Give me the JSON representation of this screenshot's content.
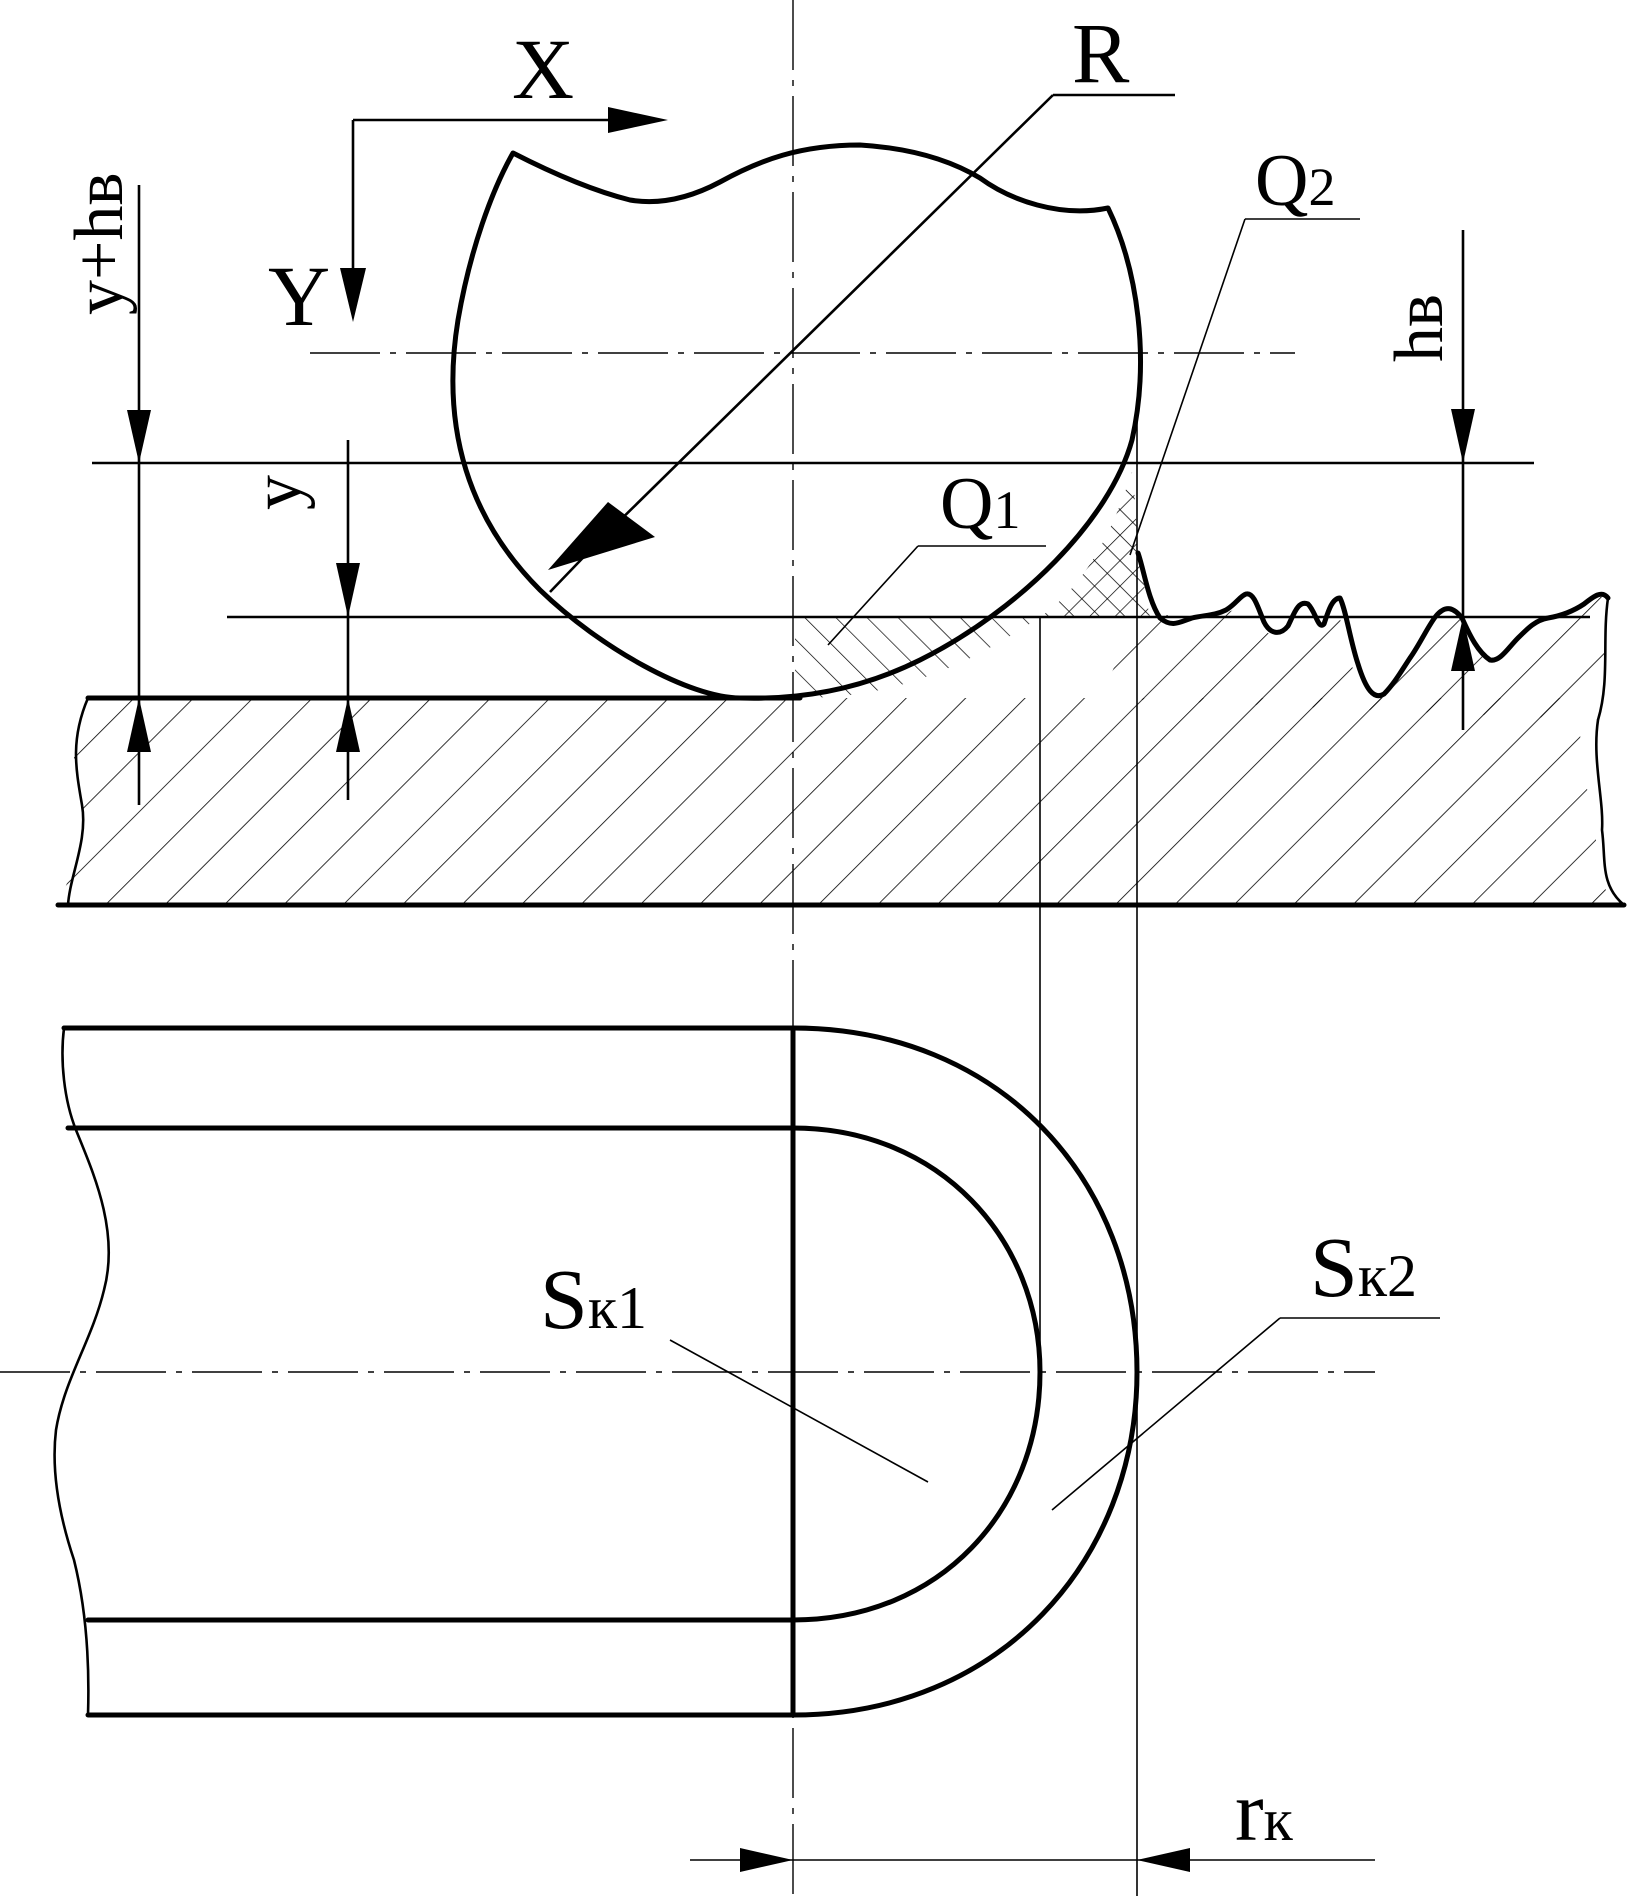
{
  "labels": {
    "x_axis": "X",
    "y_axis": "Y",
    "radius": "R",
    "q2": {
      "main": "Q",
      "sub": "2"
    },
    "q1": {
      "main": "Q",
      "sub": "1"
    },
    "y_plus_hv": "y+hв",
    "y": "y",
    "hv": "hв",
    "sk1": {
      "main": "S",
      "sub": "к1"
    },
    "sk2": {
      "main": "S",
      "sub": "к2"
    },
    "rk": {
      "main": "r",
      "sub": "к"
    }
  }
}
